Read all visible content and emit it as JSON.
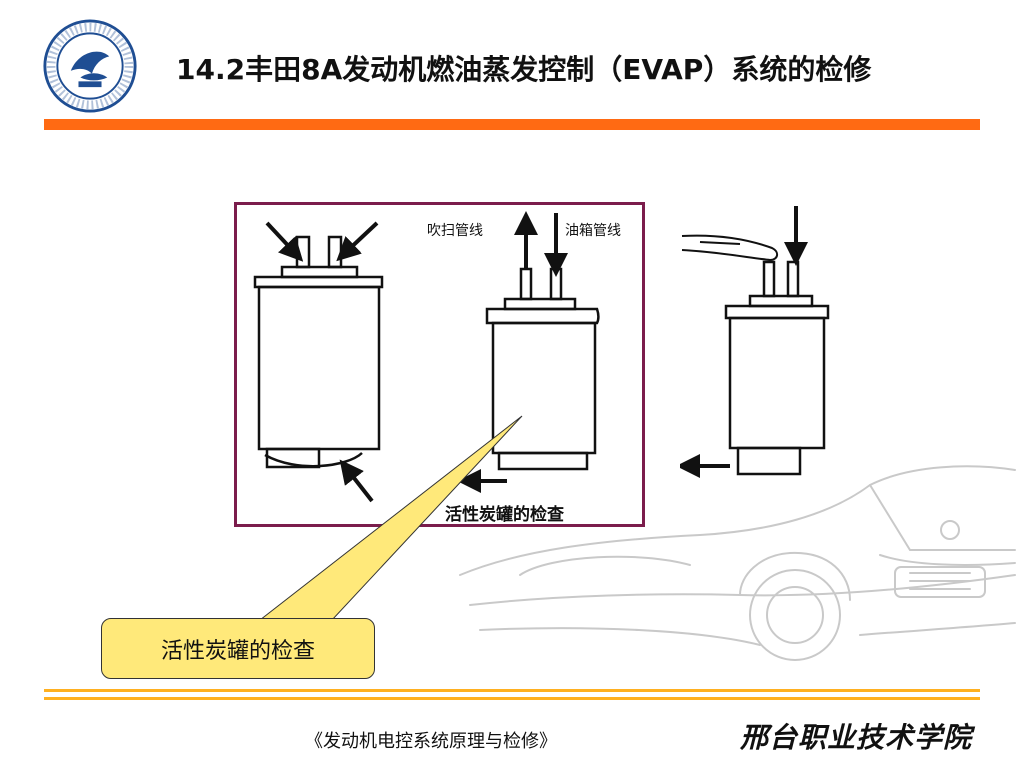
{
  "slide": {
    "title": "14.2丰田8A发动机燃油蒸发控制（EVAP）系统的检修"
  },
  "figure": {
    "label_purge": "吹扫管线",
    "label_tank": "油箱管线",
    "caption": "活性炭罐的检查",
    "icons": [
      "canister-icon",
      "arrow-icon",
      "finger-icon"
    ]
  },
  "callout": {
    "text": "活性炭罐的检查"
  },
  "footer": {
    "book_title": "《发动机电控系统原理与检修》",
    "school_name": "邢台职业技术学院"
  },
  "colors": {
    "title_rule": "#ff6a13",
    "footer_rule": "#ffb020",
    "diagram_border": "#7b1d4c",
    "callout_fill": "#ffe97a",
    "logo_blue": "#1f4e93"
  }
}
